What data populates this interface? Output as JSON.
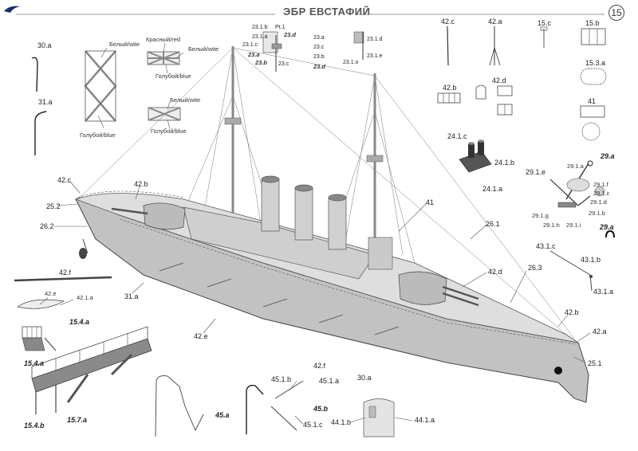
{
  "header": {
    "title": "ЭБР ЕВСТАФИЙ",
    "page": "15"
  },
  "labels": {
    "l_30a": "30.a",
    "l_31a": "31.a",
    "c_white1": "Белый/wite",
    "c_blue1": "Голубой/blue",
    "c_red": "Красный/red",
    "c_white2": "Белый/wite",
    "c_blue2": "Голубой/blue",
    "c_white3": "Белый/wite",
    "c_blue3": "Голубой/blue",
    "l_231b": "23.1.b",
    "l_pt1": "Pt.1",
    "l_231a": "23.1.a",
    "l_231c": "23.1.c",
    "l_23d1": "23.d",
    "l_23a1": "23.a",
    "l_23b1": "23.b",
    "l_23c1": "23.c",
    "l_23a2": "23.a",
    "l_23c2": "23.c",
    "l_23b2": "23.b",
    "l_23d2": "23.d",
    "l_231d": "23.1.d",
    "l_231e": "23.1.e",
    "l_231o": "23.1.o",
    "l_42c_top": "42.c",
    "l_42a_top": "42.a",
    "l_15c": "15.c",
    "l_15b": "15.b",
    "l_153a": "15.3.a",
    "l_42b_top": "42.b",
    "l_42d_top": "42.d",
    "l_41_top": "41",
    "l_241c": "24.1.c",
    "l_241b": "24.1.b",
    "l_241a": "24.1.a",
    "l_29a_1": "29.a",
    "l_291e": "29.1.e",
    "l_291a": "29.1.a",
    "l_291f": "29.1.f",
    "l_291c": "29.1.c",
    "l_291d": "29.1.d",
    "l_291b": "29.1.b",
    "l_291g": "29.1.g",
    "l_291h": "29.1.h",
    "l_291i": "29.1.i",
    "l_29a_2": "29.a",
    "l_42c": "42.c",
    "l_42b": "42.b",
    "l_252": "25.2",
    "l_262": "26.2",
    "l_41": "41",
    "l_261": "26.1",
    "l_42f": "42.f",
    "l_42e_small": "42.e",
    "l_421a": "42.1.a",
    "l_31a_ship": "31.a",
    "l_154a_1": "15.4.a",
    "l_42e": "42.e",
    "l_42d": "42.d",
    "l_263": "26.3",
    "l_431c": "43.1.c",
    "l_431b": "43.1.b",
    "l_431a": "43.1.a",
    "l_42b_r": "42.b",
    "l_42a_r": "42.a",
    "l_251": "25.1",
    "l_42f_low": "42.f",
    "l_30a_low": "30.a",
    "l_154a_2": "15.4.a",
    "l_154b": "15.4.b",
    "l_157a": "15.7.a",
    "l_45a": "45.a",
    "l_451b": "45.1.b",
    "l_451a": "45.1.a",
    "l_45b": "45.b",
    "l_451c": "45.1.c",
    "l_441b": "44.1.b",
    "l_441a": "44.1.a"
  },
  "colors": {
    "hull": "#bdbdbd",
    "deck": "#d9d9d9",
    "outline": "#333333",
    "accent": "#000000"
  }
}
